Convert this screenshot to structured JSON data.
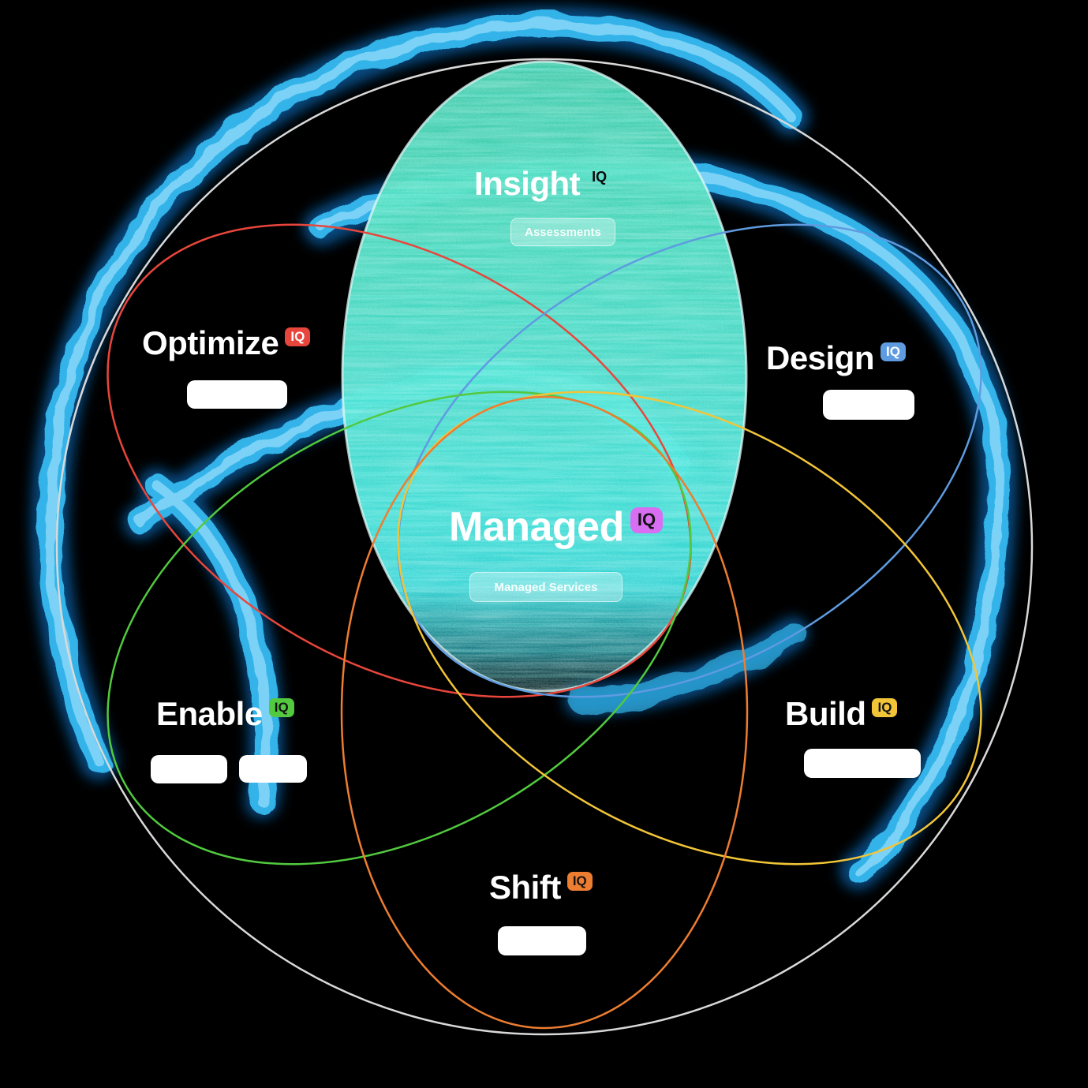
{
  "background": "#000000",
  "colors": {
    "outer_circle": "#d9d9d9",
    "brush_core": "#38bdf2",
    "brush_glow": "#0e86e8",
    "brush_highlight": "#aee8ff",
    "teal_fill": "#3adcc2",
    "optimize": "#e8463c",
    "design": "#5e9be0",
    "enable": "#52c93f",
    "build": "#f2c538",
    "shift": "#ed7d31",
    "managed": "#d96ef2"
  },
  "petals": {
    "insight": {
      "label": "Insight",
      "iq": "IQ",
      "button": "Assessments"
    },
    "optimize": {
      "label": "Optimize",
      "iq": "IQ"
    },
    "design": {
      "label": "Design",
      "iq": "IQ"
    },
    "managed": {
      "label": "Managed",
      "iq": "IQ",
      "button": "Managed Services"
    },
    "enable": {
      "label": "Enable",
      "iq": "IQ"
    },
    "build": {
      "label": "Build",
      "iq": "IQ"
    },
    "shift": {
      "label": "Shift",
      "iq": "IQ"
    }
  }
}
